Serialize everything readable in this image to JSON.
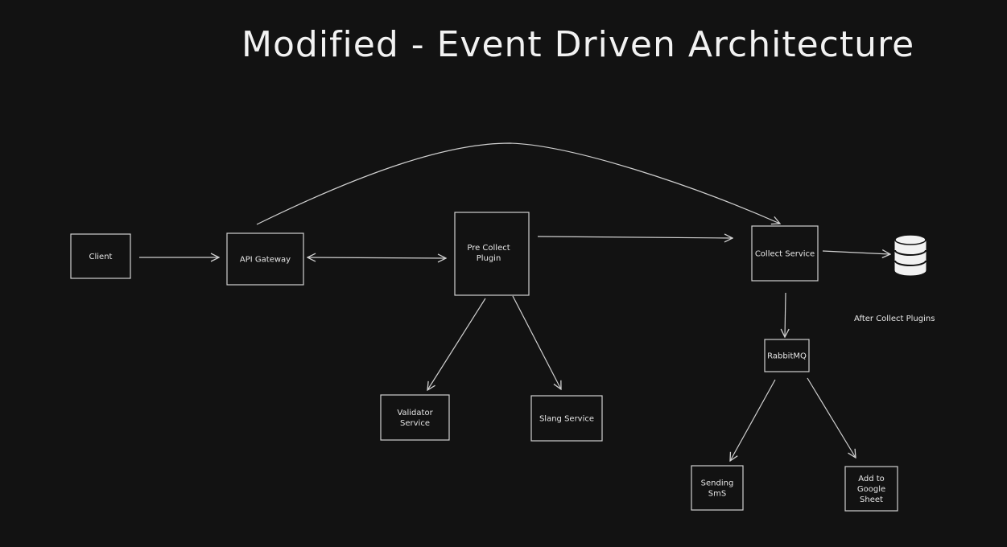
{
  "title": "Modified - Event Driven Architecture",
  "colors": {
    "background": "#121212",
    "stroke": "#d0d0d0",
    "text": "#e6e6e6",
    "database_fill": "#f2f2f2"
  },
  "nodes": {
    "client": {
      "label": "Client"
    },
    "api_gateway": {
      "label": "API Gateway"
    },
    "pre_collect_plugin": {
      "label": "Pre Collect\nPlugin"
    },
    "collect_service": {
      "label": "Collect Service"
    },
    "rabbitmq": {
      "label": "RabbitMQ"
    },
    "validator_service": {
      "label": "Validator\nService"
    },
    "slang_service": {
      "label": "Slang Service"
    },
    "sending_sms": {
      "label": "Sending\nSmS"
    },
    "add_to_google_sheet": {
      "label": "Add to\nGoogle\nSheet"
    }
  },
  "annotations": {
    "after_collect_plugins": "After Collect Plugins"
  },
  "database": {
    "icon": "database-icon"
  },
  "edges": [
    {
      "from": "client",
      "to": "api_gateway",
      "direction": "forward"
    },
    {
      "from": "api_gateway",
      "to": "pre_collect_plugin",
      "direction": "both"
    },
    {
      "from": "api_gateway",
      "to": "collect_service",
      "direction": "forward",
      "style": "curve"
    },
    {
      "from": "pre_collect_plugin",
      "to": "collect_service",
      "direction": "forward"
    },
    {
      "from": "collect_service",
      "to": "database",
      "direction": "forward"
    },
    {
      "from": "pre_collect_plugin",
      "to": "validator_service",
      "direction": "forward"
    },
    {
      "from": "pre_collect_plugin",
      "to": "slang_service",
      "direction": "forward"
    },
    {
      "from": "collect_service",
      "to": "rabbitmq",
      "direction": "forward"
    },
    {
      "from": "rabbitmq",
      "to": "sending_sms",
      "direction": "forward"
    },
    {
      "from": "rabbitmq",
      "to": "add_to_google_sheet",
      "direction": "forward"
    }
  ]
}
